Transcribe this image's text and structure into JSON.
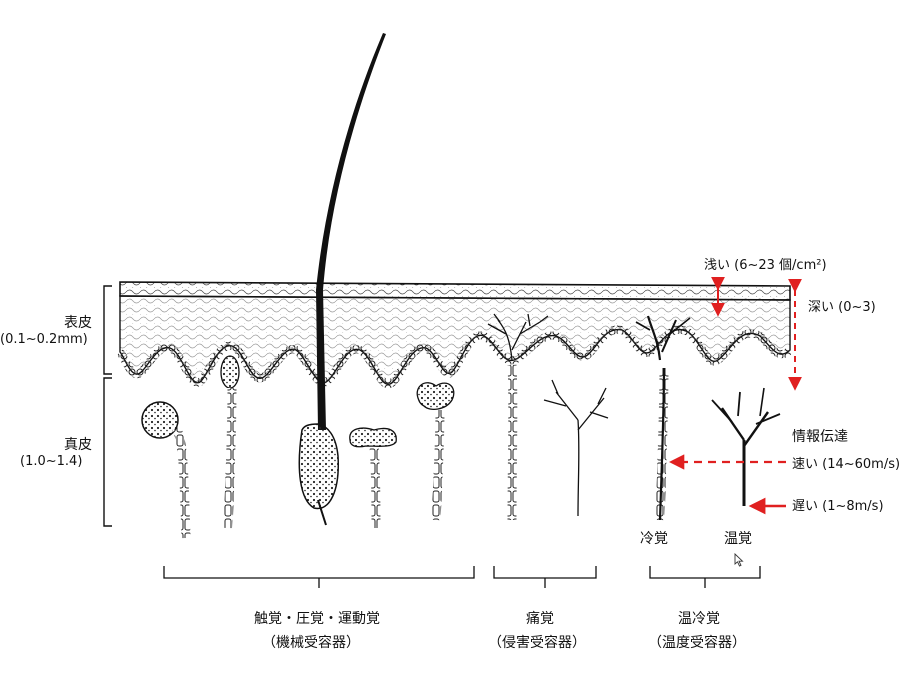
{
  "layers": {
    "epidermis": {
      "name": "表皮",
      "thickness": "(0.1~0.2mm)"
    },
    "dermis": {
      "name": "真皮",
      "thickness": "(1.0~1.4)"
    }
  },
  "depth": {
    "shallow": "浅い (6~23 個/cm²)",
    "deep": "深い (0~3)"
  },
  "conduction": {
    "title": "情報伝達",
    "fast": "速い (14~60m/s)",
    "slow": "遅い (1~8m/s)"
  },
  "receptors": {
    "cold": "冷覚",
    "warm": "温覚"
  },
  "groups": [
    {
      "name": "触覚・圧覚・運動覚",
      "sub": "（機械受容器）"
    },
    {
      "name": "痛覚",
      "sub": "（侵害受容器）"
    },
    {
      "name": "温冷覚",
      "sub": "（温度受容器）"
    }
  ],
  "colors": {
    "ink": "#111111",
    "arrow": "#e02020",
    "paper": "#ffffff"
  }
}
